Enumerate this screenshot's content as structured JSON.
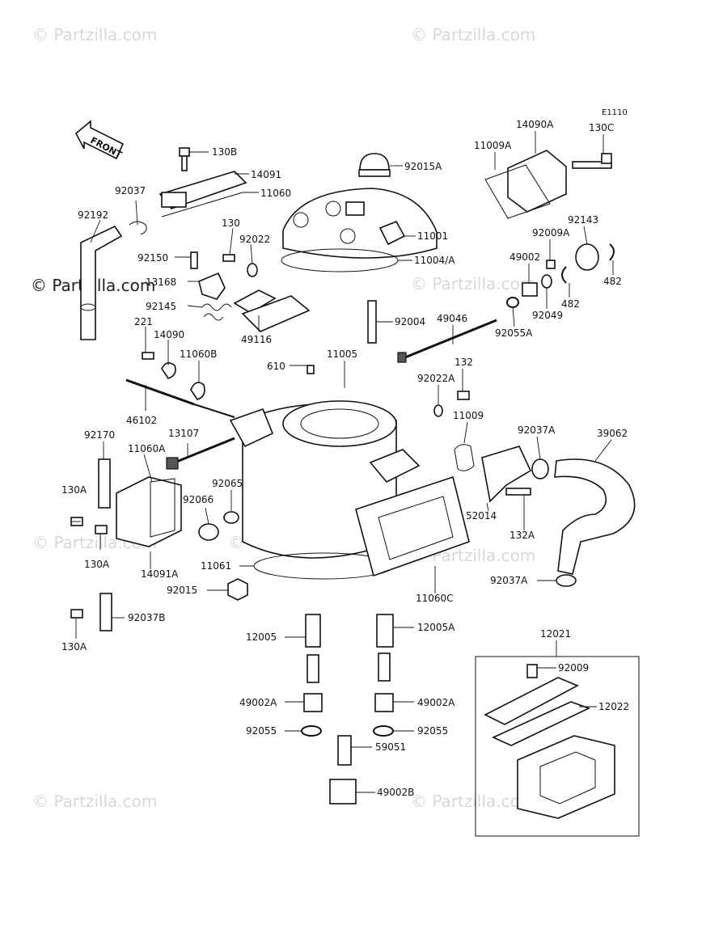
{
  "diagram": {
    "code": "E1110",
    "front_label": "FRONT"
  },
  "watermarks": [
    "© Partzilla.com",
    "© Partzilla.com",
    "© Partzilla.com",
    "© Partzilla.com",
    "© Partzilla.com",
    "© Partzilla.com",
    "© Partzilla.com",
    "© Partzilla.com",
    "© Partzilla.com"
  ],
  "labels": [
    "130B",
    "14091",
    "11060",
    "92037",
    "92192",
    "92015A",
    "11001",
    "11004/A",
    "130",
    "92022",
    "92150",
    "13168",
    "92145",
    "49116",
    "92004",
    "221",
    "14090",
    "11060B",
    "11005",
    "610",
    "46102",
    "13107",
    "92170",
    "11060A",
    "130A",
    "130A",
    "14091A",
    "92066",
    "92065",
    "11061",
    "92015",
    "92037B",
    "130A",
    "12005",
    "12005A",
    "49002A",
    "49002A",
    "92055",
    "92055",
    "59051",
    "49002B",
    "14090A",
    "11009A",
    "130C",
    "92143",
    "92009A",
    "49002",
    "482",
    "482",
    "92049",
    "49046",
    "92055A",
    "132",
    "92022A",
    "11009",
    "92037A",
    "39062",
    "52014",
    "132A",
    "92037A",
    "11060C",
    "12021",
    "92009",
    "12022"
  ]
}
